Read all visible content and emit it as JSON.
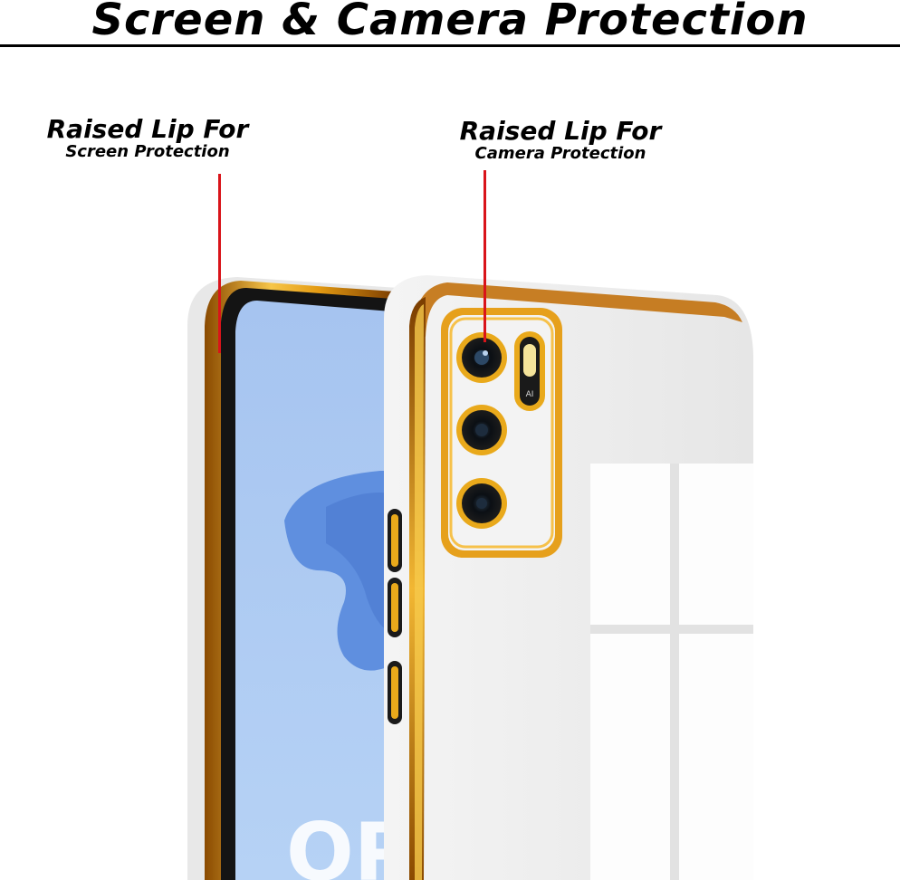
{
  "title": "Screen & Camera Protection",
  "callouts": {
    "screen": {
      "heading": "Raised Lip For",
      "sub": "Screen Protection"
    },
    "camera": {
      "heading": "Raised Lip For",
      "sub": "Camera Protection"
    }
  },
  "phone": {
    "lens_badge": "AI",
    "brand_partial": "OP"
  },
  "colors": {
    "case_white": "#ececec",
    "gold_trim": "#e9a91b",
    "pointer_red": "#d9141a",
    "screen_blue": "#aac8f1"
  }
}
